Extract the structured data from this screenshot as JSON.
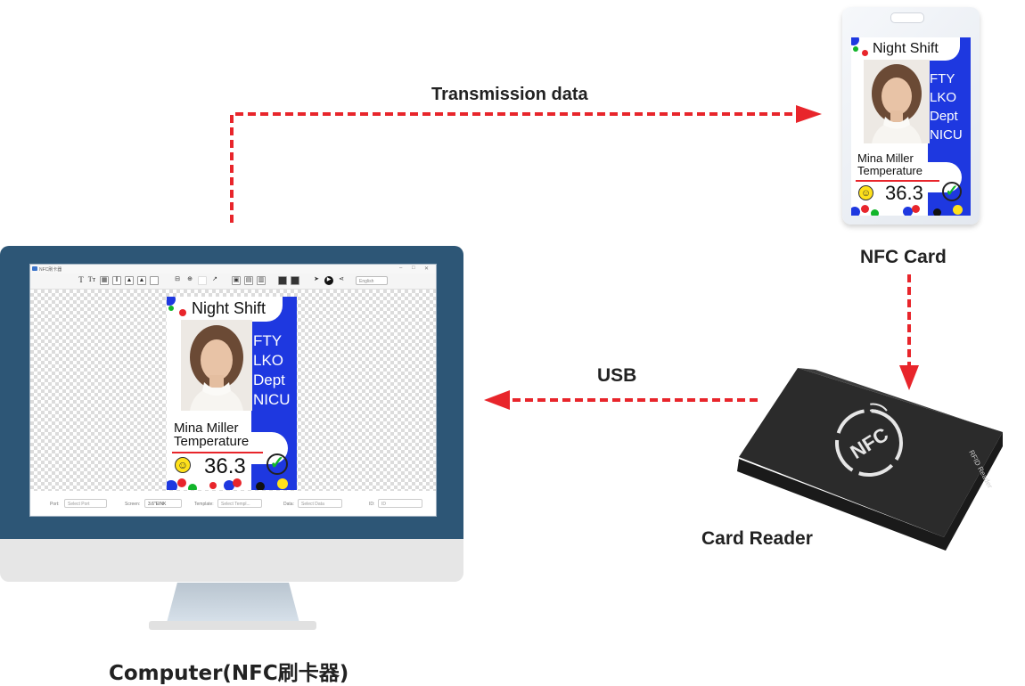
{
  "labels": {
    "transmission": "Transmission data",
    "nfc_card": "NFC Card",
    "usb": "USB",
    "card_reader": "Card Reader",
    "computer": "Computer(NFC刷卡器)"
  },
  "badge": {
    "title": "Night Shift",
    "side_lines": [
      "FTY",
      "LKO",
      "Dept",
      "NICU"
    ],
    "name": "Mina Miller",
    "temp_label": "Temperature",
    "temp_value": "36.3"
  },
  "reader": {
    "logo_text": "NFC",
    "side_text": "RFID Reader"
  },
  "app": {
    "title": "NFC刷卡器",
    "language": "English",
    "port_label": "Port:",
    "port_value": "Select Port",
    "screen_label": "Screen:",
    "screen_value": "3.6\"EINK",
    "template_label": "Template:",
    "template_value": "Select Templ...",
    "data_label": "Data:",
    "data_value": "Select Data",
    "id_label": "ID:",
    "id_value": "ID"
  },
  "colors": {
    "arrow": "#e8252b",
    "badge_blue": "#1e38e0",
    "monitor_bezel": "#2d5676"
  },
  "icons": [
    "text-icon",
    "text-style-icon",
    "qrcode-icon",
    "barcode-icon",
    "image-icon",
    "picture-icon",
    "rectangle-icon",
    "lock-icon",
    "zoom-icon",
    "line-icon",
    "save-icon",
    "open-icon",
    "delete-icon",
    "align-left-icon",
    "align-right-icon",
    "send-icon",
    "play-icon",
    "share-icon"
  ]
}
